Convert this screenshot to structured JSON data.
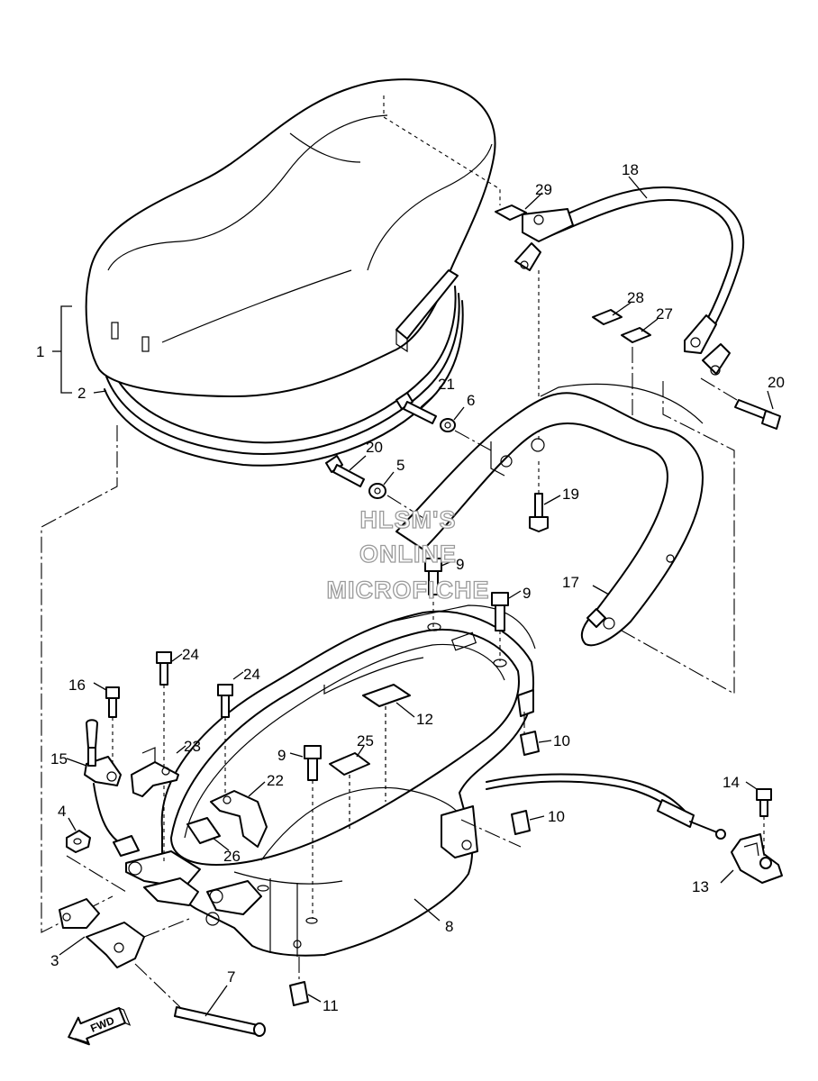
{
  "diagram": {
    "callouts": {
      "c1": "1",
      "c2": "2",
      "c3": "3",
      "c4": "4",
      "c5": "5",
      "c6": "6",
      "c7": "7",
      "c8": "8",
      "c9a": "9",
      "c9b": "9",
      "c9c": "9",
      "c10a": "10",
      "c10b": "10",
      "c11": "11",
      "c12": "12",
      "c13": "13",
      "c14": "14",
      "c15": "15",
      "c16": "16",
      "c17": "17",
      "c18": "18",
      "c19": "19",
      "c20a": "20",
      "c20b": "20",
      "c21": "21",
      "c22": "22",
      "c23": "23",
      "c24a": "24",
      "c24b": "24",
      "c25": "25",
      "c26": "26",
      "c27": "27",
      "c28": "28",
      "c29": "29"
    },
    "watermark": {
      "line1": "HLSM'S",
      "line2": "ONLINE",
      "line3": "MICROFICHE"
    },
    "direction_arrow": {
      "label": "FWD"
    }
  }
}
